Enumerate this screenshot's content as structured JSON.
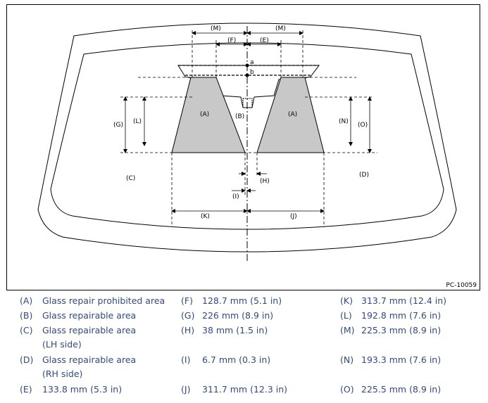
{
  "diagram": {
    "code": "PC-10059",
    "marks": {
      "M_left": "(M)",
      "M_right": "(M)",
      "F": "(F)",
      "E": "(E)",
      "a": "a",
      "b": "b",
      "A_left": "(A)",
      "A_right": "(A)",
      "B": "(B)",
      "G": "(G)",
      "L": "(L)",
      "N": "(N)",
      "O": "(O)",
      "C": "(C)",
      "D": "(D)",
      "H": "(H)",
      "I": "(I)",
      "K": "(K)",
      "J": "(J)"
    }
  },
  "legend": [
    {
      "code": "(A)",
      "text": "Glass repair prohibited area"
    },
    {
      "code": "(B)",
      "text": "Glass repairable area"
    },
    {
      "code": "(C)",
      "text": "Glass repairable area",
      "text2": "(LH side)"
    },
    {
      "code": "(D)",
      "text": "Glass repairable area",
      "text2": "(RH side)"
    },
    {
      "code": "(E)",
      "text": "133.8 mm (5.3 in)"
    },
    {
      "code": "(F)",
      "text": "128.7 mm (5.1 in)"
    },
    {
      "code": "(G)",
      "text": "226 mm (8.9 in)"
    },
    {
      "code": "(H)",
      "text": "38 mm (1.5 in)"
    },
    {
      "code": "(I)",
      "text": "6.7 mm (0.3 in)"
    },
    {
      "code": "(J)",
      "text": "311.7 mm (12.3 in)"
    },
    {
      "code": "(K)",
      "text": "313.7 mm (12.4 in)"
    },
    {
      "code": "(L)",
      "text": "192.8 mm (7.6 in)"
    },
    {
      "code": "(M)",
      "text": "225.3 mm (8.9 in)"
    },
    {
      "code": "(N)",
      "text": "193.3 mm (7.6 in)"
    },
    {
      "code": "(O)",
      "text": "225.5 mm (8.9 in)"
    }
  ],
  "colors": {
    "legend_text": "#2f4a8a",
    "shade": "#c8c8c8",
    "line": "#000000"
  }
}
